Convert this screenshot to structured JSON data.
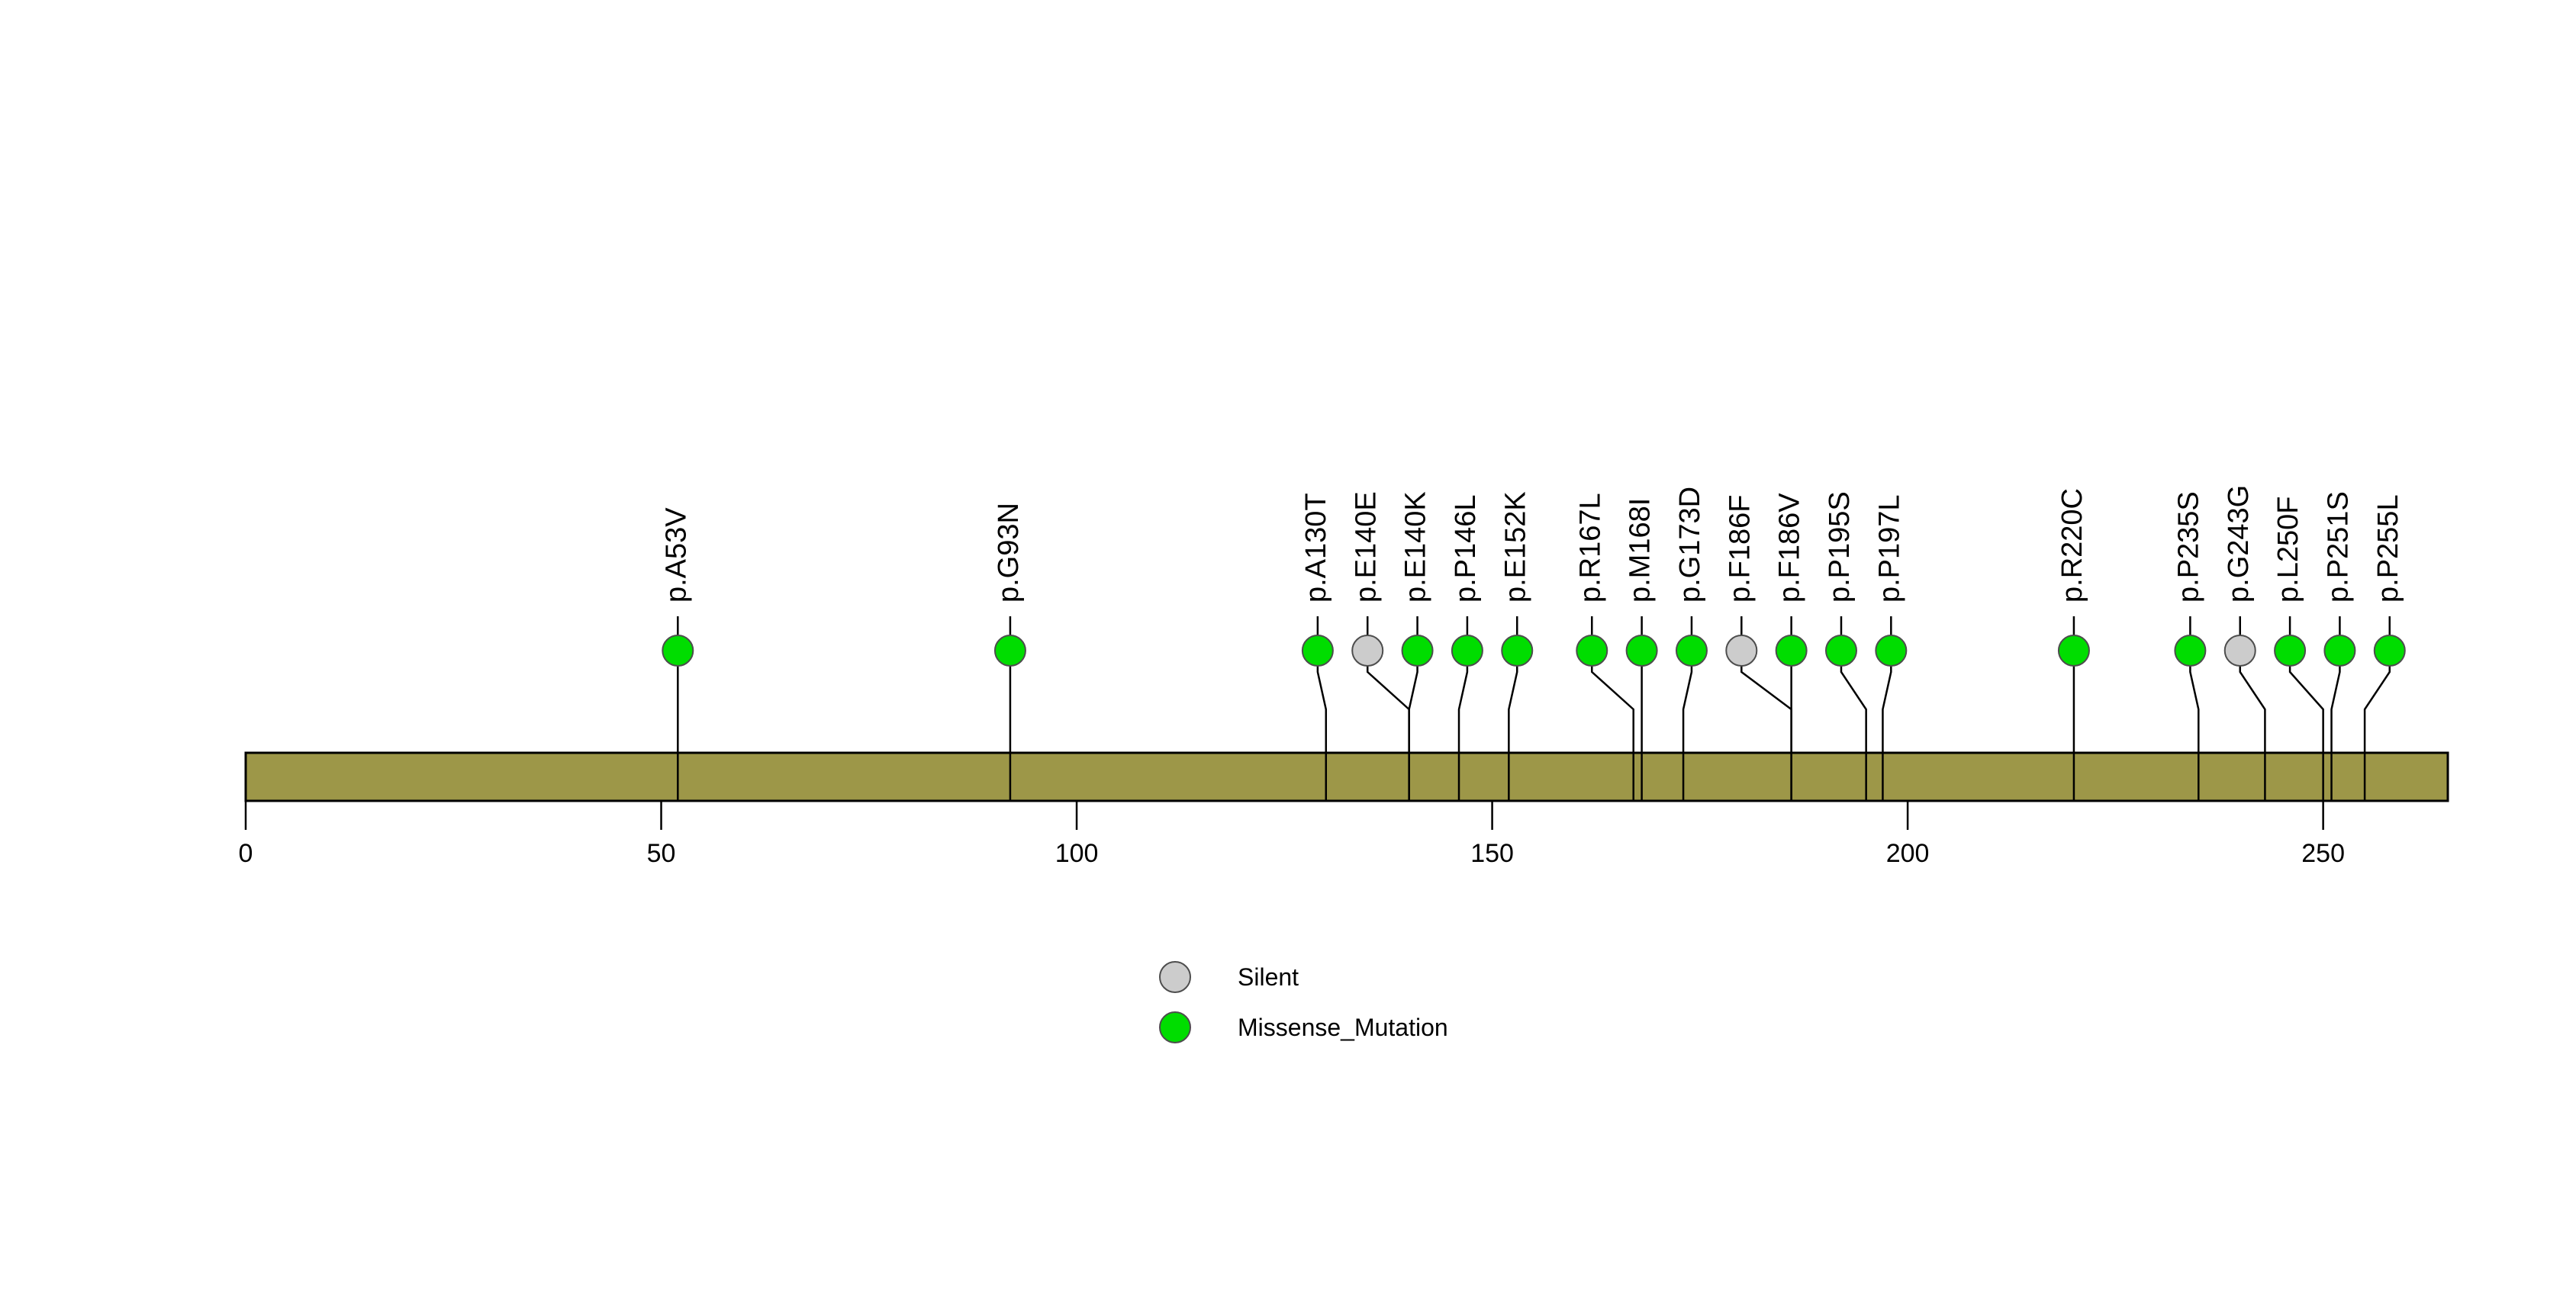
{
  "chart_data": {
    "type": "lollipop",
    "title": "",
    "xlabel": "",
    "ylabel": "",
    "xlim": [
      0,
      265
    ],
    "protein_length": 265,
    "axis_ticks": [
      {
        "value": 0,
        "label": "0"
      },
      {
        "value": 50,
        "label": "50"
      },
      {
        "value": 100,
        "label": "100"
      },
      {
        "value": 150,
        "label": "150"
      },
      {
        "value": 200,
        "label": "200"
      },
      {
        "value": 250,
        "label": "250"
      }
    ],
    "domain_track": {
      "name": "protein-backbone",
      "color": "#9D9748",
      "border_color": "#000000",
      "start": 0,
      "end": 265
    },
    "categories": [
      "Silent",
      "Missense_Mutation"
    ],
    "category_colors": {
      "Silent": "#CCCCCC",
      "Missense_Mutation": "#00DD00"
    },
    "mutations": [
      {
        "label": "p.A53V",
        "position": 52,
        "type": "Missense_Mutation",
        "count": 1,
        "head_x": 52
      },
      {
        "label": "p.G93N",
        "position": 92,
        "type": "Missense_Mutation",
        "count": 1,
        "head_x": 92
      },
      {
        "label": "p.A130T",
        "position": 130,
        "type": "Missense_Mutation",
        "count": 1,
        "head_x": 129
      },
      {
        "label": "p.E140E",
        "position": 140,
        "type": "Silent",
        "count": 1,
        "head_x": 135
      },
      {
        "label": "p.E140K",
        "position": 140,
        "type": "Missense_Mutation",
        "count": 1,
        "head_x": 141
      },
      {
        "label": "p.P146L",
        "position": 146,
        "type": "Missense_Mutation",
        "count": 1,
        "head_x": 147
      },
      {
        "label": "p.E152K",
        "position": 152,
        "type": "Missense_Mutation",
        "count": 1,
        "head_x": 153
      },
      {
        "label": "p.R167L",
        "position": 167,
        "type": "Missense_Mutation",
        "count": 1,
        "head_x": 162
      },
      {
        "label": "p.M168I",
        "position": 168,
        "type": "Missense_Mutation",
        "count": 1,
        "head_x": 168
      },
      {
        "label": "p.G173D",
        "position": 173,
        "type": "Missense_Mutation",
        "count": 1,
        "head_x": 174
      },
      {
        "label": "p.F186F",
        "position": 186,
        "type": "Silent",
        "count": 1,
        "head_x": 180
      },
      {
        "label": "p.F186V",
        "position": 186,
        "type": "Missense_Mutation",
        "count": 1,
        "head_x": 186
      },
      {
        "label": "p.P195S",
        "position": 195,
        "type": "Missense_Mutation",
        "count": 1,
        "head_x": 192
      },
      {
        "label": "p.P197L",
        "position": 197,
        "type": "Missense_Mutation",
        "count": 1,
        "head_x": 198
      },
      {
        "label": "p.R220C",
        "position": 220,
        "type": "Missense_Mutation",
        "count": 1,
        "head_x": 220
      },
      {
        "label": "p.P235S",
        "position": 235,
        "type": "Missense_Mutation",
        "count": 1,
        "head_x": 234
      },
      {
        "label": "p.G243G",
        "position": 243,
        "type": "Silent",
        "count": 1,
        "head_x": 240
      },
      {
        "label": "p.L250F",
        "position": 250,
        "type": "Missense_Mutation",
        "count": 1,
        "head_x": 246
      },
      {
        "label": "p.P251S",
        "position": 251,
        "type": "Missense_Mutation",
        "count": 1,
        "head_x": 252
      },
      {
        "label": "p.P255L",
        "position": 255,
        "type": "Missense_Mutation",
        "count": 1,
        "head_x": 258
      }
    ],
    "legend": {
      "position": "bottom-center",
      "entries": [
        {
          "label": "Silent",
          "color": "#CCCCCC"
        },
        {
          "label": "Missense_Mutation",
          "color": "#00DD00"
        }
      ]
    }
  }
}
